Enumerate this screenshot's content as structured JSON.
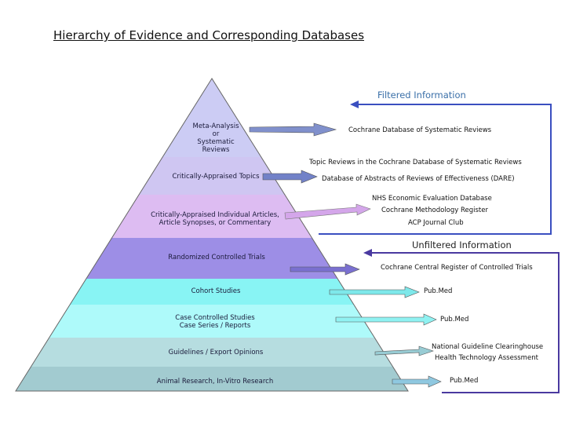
{
  "title": "Hierarchy of Evidence and Corresponding Databases",
  "filtered_label": "Filtered Information",
  "unfiltered_label": "Unfiltered Information",
  "levels": [
    {
      "lines": [
        "Meta-Analysis",
        "or",
        "Systematic",
        "Reviews"
      ],
      "color": "#ccccf4"
    },
    {
      "lines": [
        "Critically-Appraised Topics"
      ],
      "color": "#cfc6f2"
    },
    {
      "lines": [
        "Critically-Appraised Individual Articles,",
        "Article Synopses, or Commentary"
      ],
      "color": "#ddbcf2"
    },
    {
      "lines": [
        "Randomized Controlled Trials"
      ],
      "color": "#9d8ee6"
    },
    {
      "lines": [
        "Cohort Studies"
      ],
      "color": "#88f4f4"
    },
    {
      "lines": [
        "Case Controlled Studies",
        "Case Series / Reports"
      ],
      "color": "#aefafa"
    },
    {
      "lines": [
        "Guidelines / Export Opinions"
      ],
      "color": "#b6dde0"
    },
    {
      "lines": [
        "Animal Research, In-Vitro Research"
      ],
      "color": "#a2cbd0"
    }
  ],
  "databases": {
    "cdsr": "Cochrane Database of Systematic Reviews",
    "topic_reviews": "Topic Reviews in the Cochrane Database of Systematic Reviews",
    "dare": "Database of Abstracts of Reviews of Effectiveness (DARE)",
    "nhs": "NHS Economic Evaluation Database",
    "methodology": "Cochrane Methodology Register",
    "acp": "ACP Journal Club",
    "central": "Cochrane Central Register of Controlled Trials",
    "pubmed1": "Pub.Med",
    "pubmed2": "Pub.Med",
    "ngc": "National Guideline Clearinghouse",
    "hta": "Health Technology Assessment",
    "pubmed3": "Pub.Med"
  },
  "colors": {
    "filtered_text": "#3a6fa8",
    "filtered_bracket": "#3a4fc0",
    "unfiltered_bracket": "#4a3aa0"
  }
}
